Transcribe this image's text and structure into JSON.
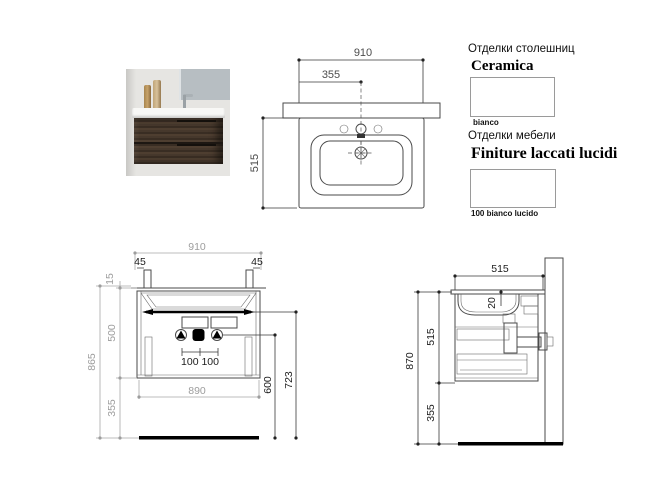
{
  "finishes": {
    "countertop": {
      "heading": "Отделки столешниц",
      "name": "Ceramica",
      "swatch_label": "bianco",
      "swatch_color": "#ffffff"
    },
    "furniture": {
      "heading": "Отделки мебели",
      "name": "Finiture laccati lucidi",
      "swatch_label": "100 bianco lucido",
      "swatch_color": "#ffffff"
    }
  },
  "views": {
    "top": {
      "width": "910",
      "faucet_center": "355",
      "depth": "515"
    },
    "front": {
      "width": "910",
      "bracket_left": "45",
      "bracket_right": "45",
      "rim": "15",
      "total_height": "865",
      "cabinet_height": "500",
      "clearance": "355",
      "outlet_spacing": "100 100",
      "bottom_width": "890",
      "valve_height": "600",
      "trap_height": "723"
    },
    "side": {
      "depth": "515",
      "basin_inset": "20",
      "total_height": "870",
      "cabinet_height": "515",
      "clearance": "355"
    }
  },
  "colors": {
    "drawing_line": "#4a4a4a",
    "dim_gray": "#9d9d9d",
    "dim_dark": "#1c1c1c",
    "wall_fill": "#dcdcdc",
    "backsplash_fill": "#dcdcdc",
    "photo_background": "#e6e5e2",
    "wood": "#43362a",
    "floor": "#000000"
  }
}
